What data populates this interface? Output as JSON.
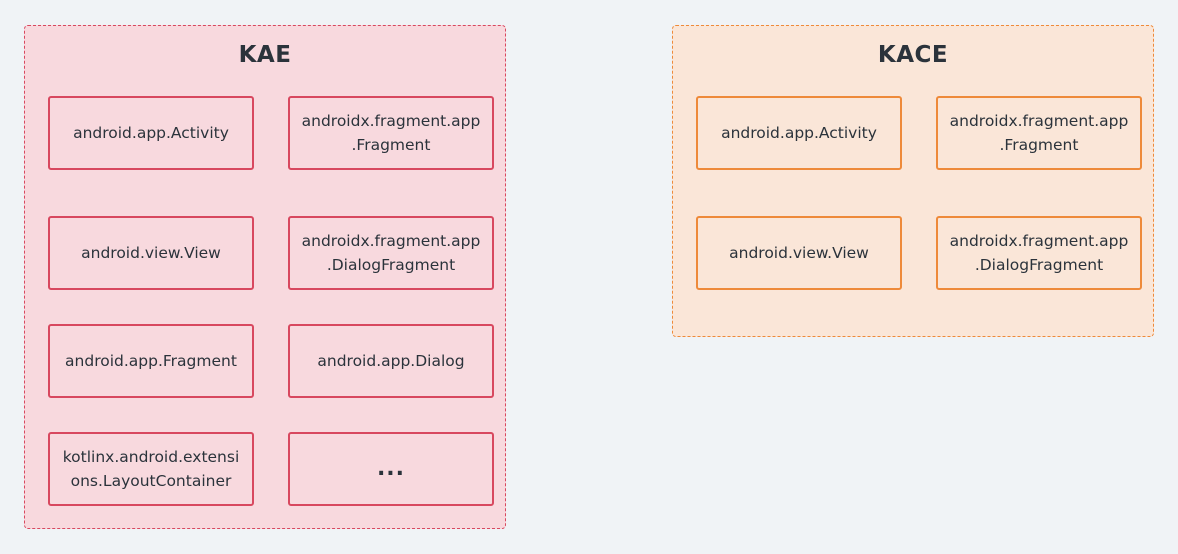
{
  "colors": {
    "background": "#f0f3f6",
    "kae_fill": "#f8d9de",
    "kae_border": "#d8485f",
    "kace_fill": "#fae6d8",
    "kace_border": "#ee8a3a",
    "text": "#2b333b"
  },
  "kae": {
    "title": "KAE",
    "nodes": [
      {
        "line1": "android.app.Activity",
        "line2": ""
      },
      {
        "line1": "androidx.fragment.app",
        "line2": ".Fragment"
      },
      {
        "line1": "android.view.View",
        "line2": ""
      },
      {
        "line1": "androidx.fragment.app",
        "line2": ".DialogFragment"
      },
      {
        "line1": "android.app.Fragment",
        "line2": ""
      },
      {
        "line1": "android.app.Dialog",
        "line2": ""
      },
      {
        "line1": "kotlinx.android.extensi",
        "line2": "ons.LayoutContainer"
      },
      {
        "line1": "...",
        "line2": ""
      }
    ]
  },
  "kace": {
    "title": "KACE",
    "nodes": [
      {
        "line1": "android.app.Activity",
        "line2": ""
      },
      {
        "line1": "androidx.fragment.app",
        "line2": ".Fragment"
      },
      {
        "line1": "android.view.View",
        "line2": ""
      },
      {
        "line1": "androidx.fragment.app",
        "line2": ".DialogFragment"
      }
    ]
  }
}
